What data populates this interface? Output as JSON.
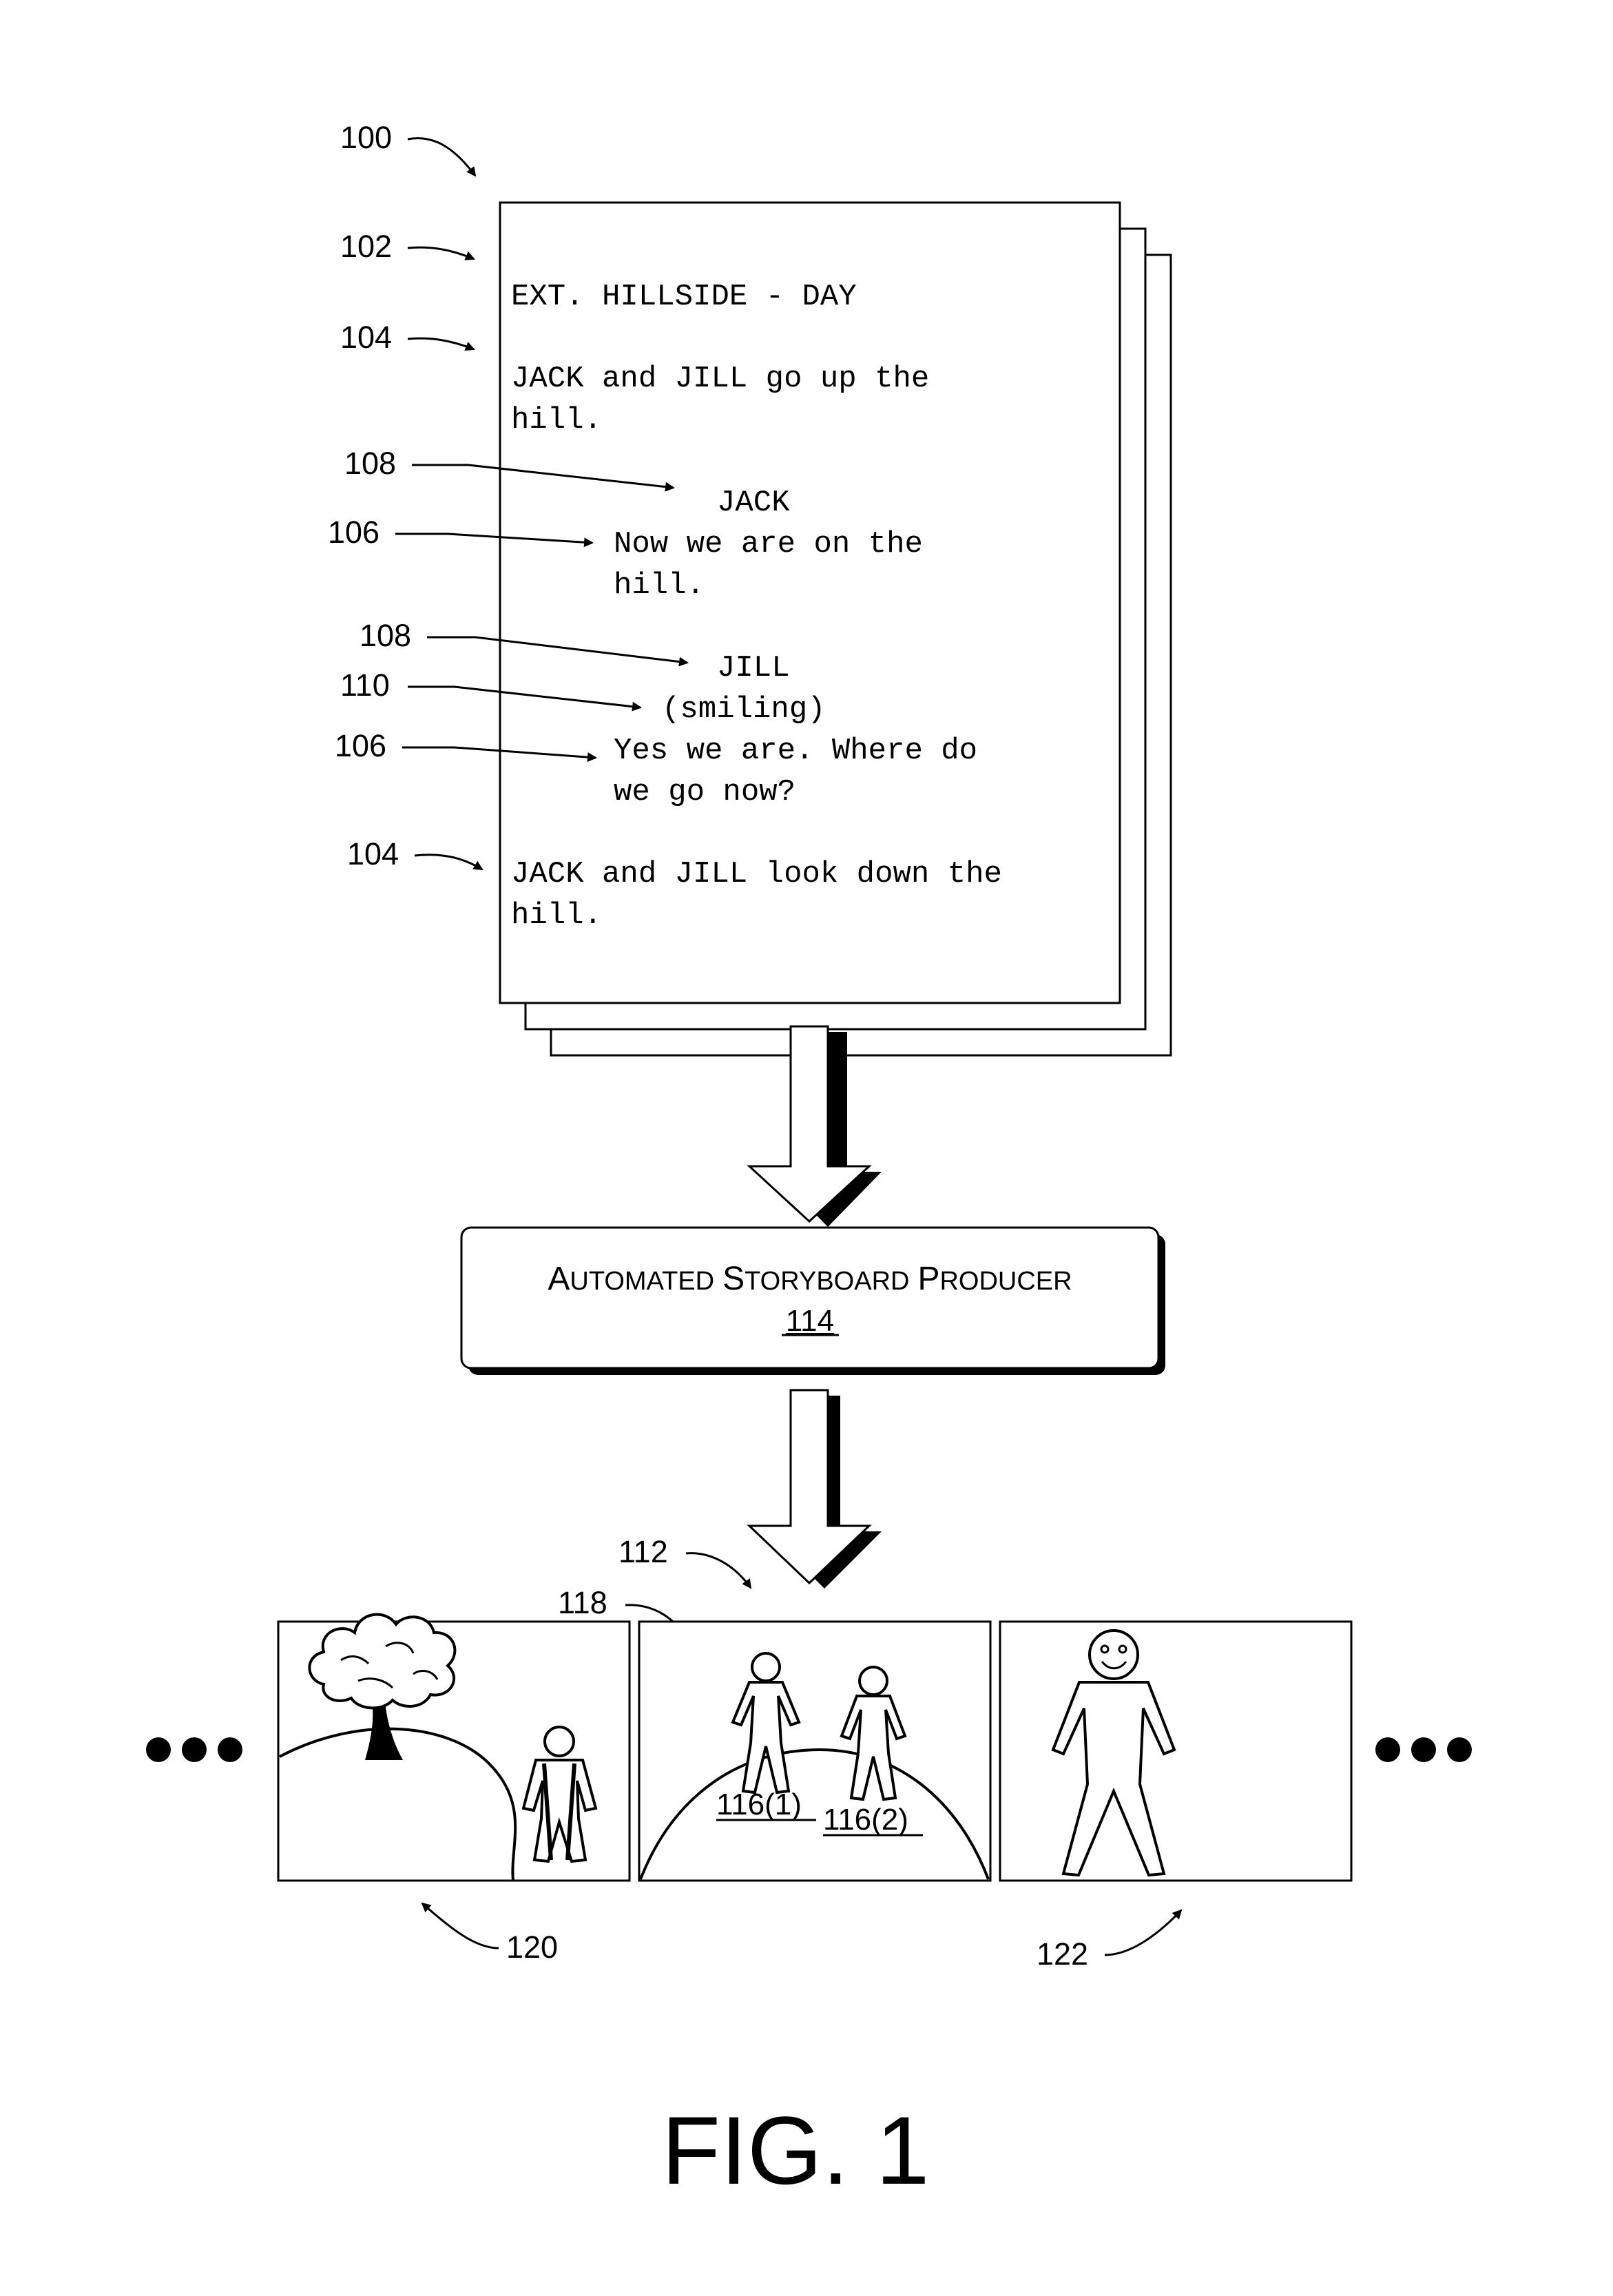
{
  "figure": {
    "title": "FIG. 1"
  },
  "refs": {
    "r100": "100",
    "r102": "102",
    "r104a": "104",
    "r108a": "108",
    "r106a": "106",
    "r108b": "108",
    "r110": "110",
    "r106b": "106",
    "r104b": "104",
    "r112": "112",
    "r118": "118",
    "r120": "120",
    "r122": "122"
  },
  "script": {
    "heading": "EXT. HILLSIDE - DAY",
    "action1_line1": "JACK and JILL go up the",
    "action1_line2": "hill.",
    "char1": "JACK",
    "dialogue1_line1": "Now we are on the",
    "dialogue1_line2": "hill.",
    "char2": "JILL",
    "parenthetical": "(smiling)",
    "dialogue2_line1": "Yes we are.  Where do",
    "dialogue2_line2": "we go now?",
    "action2_line1": "JACK and JILL look down the",
    "action2_line2": "hill."
  },
  "producer": {
    "cap_a": "A",
    "rest_a": "UTOMATED",
    "cap_b": "S",
    "rest_b": "TORYBOARD",
    "cap_c": "P",
    "rest_c": "RODUCER",
    "number": "114"
  },
  "storyboard": {
    "label_1": "116(1)",
    "label_2": "116(2)"
  }
}
